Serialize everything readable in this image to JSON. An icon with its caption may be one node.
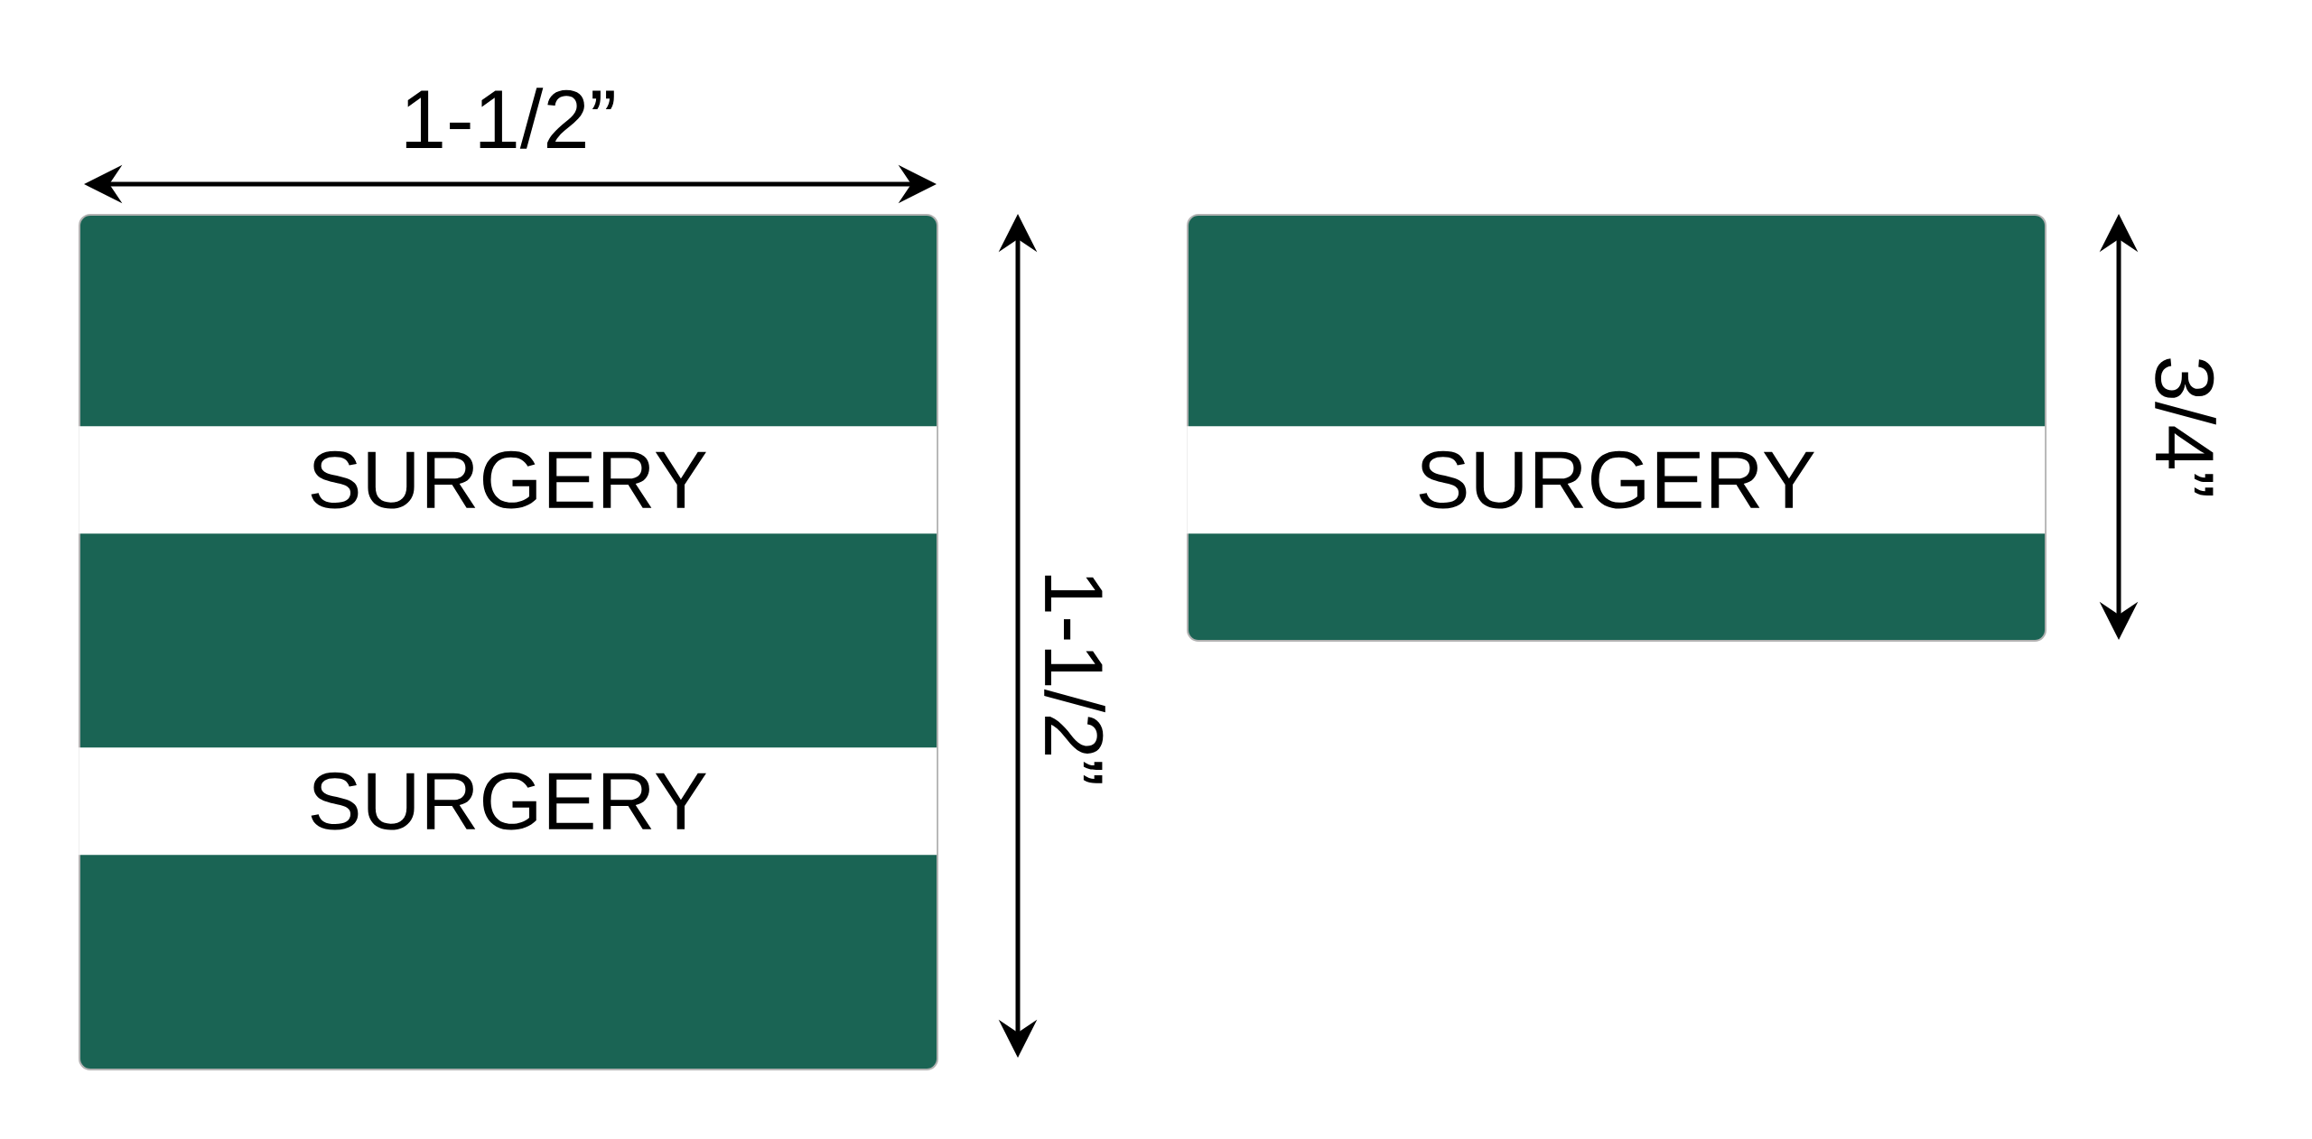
{
  "diagram": {
    "nodes": [
      {
        "text": [],
        "shape": "box"
      },
      {
        "text": [
          "SURGERY"
        ],
        "in": 0
      },
      {
        "text": [
          "SURGERY"
        ],
        "in": 0
      },
      {
        "text": [],
        "shape": "box"
      },
      {
        "text": [
          "SURGERY"
        ],
        "in": 3
      }
    ],
    "labels": [
      "1-1/2”",
      "1-1/2”",
      "3/4”"
    ]
  }
}
